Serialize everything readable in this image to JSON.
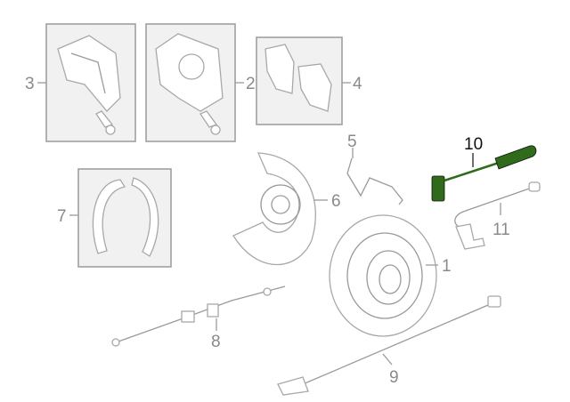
{
  "diagram": {
    "highlight_color": "#2f6b1a",
    "callouts": [
      {
        "id": "1",
        "part": "rotor"
      },
      {
        "id": "2",
        "part": "caliper"
      },
      {
        "id": "3",
        "part": "caliper-bracket"
      },
      {
        "id": "4",
        "part": "brake-pads"
      },
      {
        "id": "5",
        "part": "clip"
      },
      {
        "id": "6",
        "part": "dust-shield"
      },
      {
        "id": "7",
        "part": "parking-brake-shoes"
      },
      {
        "id": "8",
        "part": "parking-brake-cable"
      },
      {
        "id": "9",
        "part": "wear-sensor-lead"
      },
      {
        "id": "10",
        "part": "pad-wear-sensor"
      },
      {
        "id": "11",
        "part": "wear-sensor-bracket"
      }
    ]
  }
}
